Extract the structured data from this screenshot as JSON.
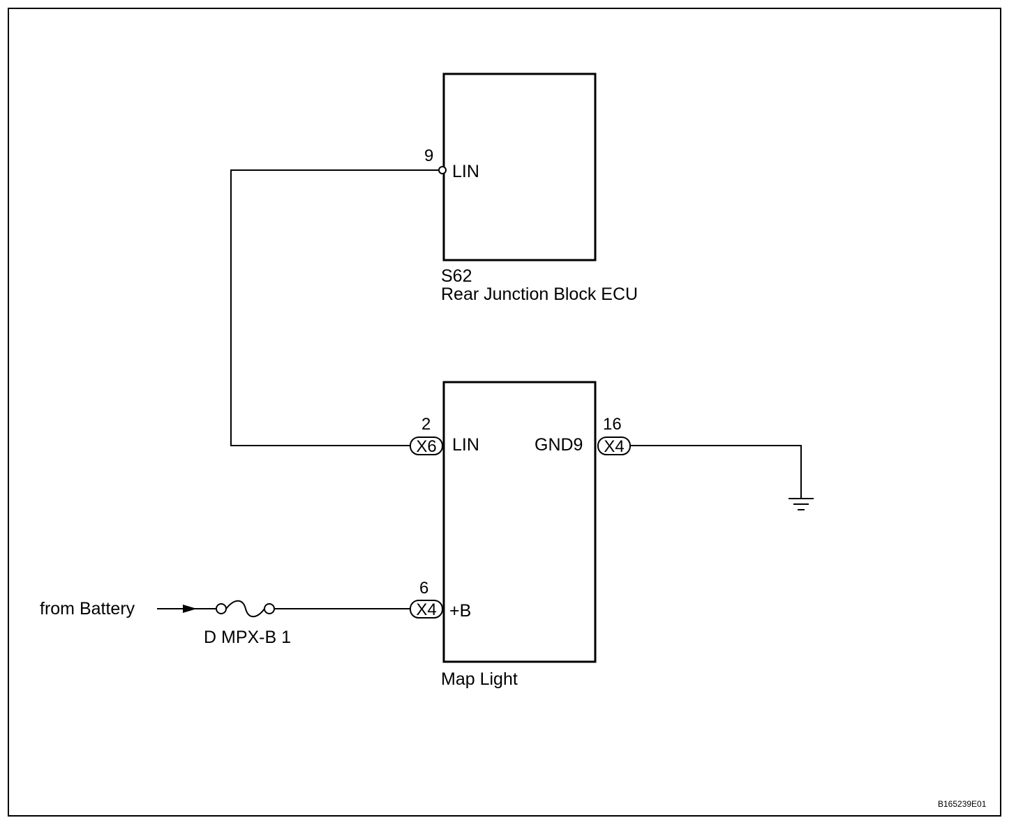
{
  "ecu": {
    "code": "S62",
    "name": "Rear Junction Block ECU",
    "pin_number": "9",
    "pin_label": "LIN"
  },
  "map_light": {
    "name": "Map Light",
    "lin_pin_number": "2",
    "lin_connector": "X6",
    "lin_label": "LIN",
    "gnd_pin_number": "16",
    "gnd_connector": "X4",
    "gnd_label": "GND9",
    "b_pin_number": "6",
    "b_connector": "X4",
    "b_label": "+B"
  },
  "source": {
    "label": "from Battery",
    "fuse": "D MPX-B 1"
  },
  "figure_ref": "B165239E01"
}
